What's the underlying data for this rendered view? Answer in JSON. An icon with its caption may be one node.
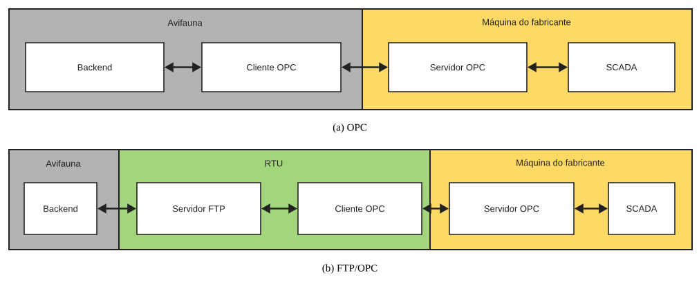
{
  "diagram": {
    "nodes": [
      {
        "text": [
          "Avifauna"
        ]
      },
      {
        "text": [
          "Backend"
        ],
        "in": 0
      },
      {
        "text": [
          "Cliente OPC"
        ],
        "in": 0
      },
      {
        "text": [
          "Máquina do fabricante"
        ]
      },
      {
        "text": [
          "Servidor OPC"
        ],
        "in": 3
      },
      {
        "text": [
          "SCADA"
        ],
        "in": 3
      },
      {
        "text": [
          "Avifauna"
        ]
      },
      {
        "text": [
          "Backend"
        ],
        "in": 6
      },
      {
        "text": [
          "RTU"
        ]
      },
      {
        "text": [
          "Servidor FTP"
        ],
        "in": 8
      },
      {
        "text": [
          "Cliente OPC"
        ],
        "in": 8
      },
      {
        "text": [
          "Máquina do fabricante"
        ]
      },
      {
        "text": [
          "Servidor OPC"
        ],
        "in": 11
      },
      {
        "text": [
          "SCADA"
        ],
        "in": 11
      }
    ],
    "edges": [
      {
        "from": 1,
        "to": 2,
        "arrow": "both"
      },
      {
        "from": 2,
        "to": 4,
        "arrow": "both"
      },
      {
        "from": 4,
        "to": 5,
        "arrow": "both"
      },
      {
        "from": 7,
        "to": 9,
        "arrow": "both"
      },
      {
        "from": 9,
        "to": 10,
        "arrow": "both"
      },
      {
        "from": 10,
        "to": 12,
        "arrow": "both"
      },
      {
        "from": 12,
        "to": 13,
        "arrow": "both"
      }
    ],
    "labels": [
      "(a) OPC",
      "(b) FTP/OPC"
    ]
  }
}
